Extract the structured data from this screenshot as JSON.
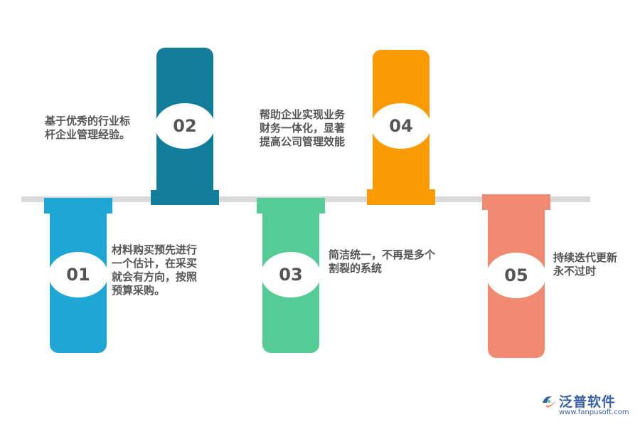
{
  "colors": {
    "step1": "#1EA7D4",
    "step2": "#137E9C",
    "step3": "#55CC96",
    "step4": "#FA9B06",
    "step5": "#F08A70",
    "axis": "#d9d9d9",
    "text": "#555555",
    "brand": "#3a63a8"
  },
  "steps": [
    {
      "number": "01",
      "text": "材料购买预先进行\n一个估计，在采买\n就会有方向，按照\n预算采购。"
    },
    {
      "number": "02",
      "text": "基于优秀的行业标\n杆企业管理经验。"
    },
    {
      "number": "03",
      "text": "简洁统一，不再是多个\n割裂的系统"
    },
    {
      "number": "04",
      "text": "帮助企业实现业务\n财务一体化，显著\n提高公司管理效能"
    },
    {
      "number": "05",
      "text": "持续迭代更新\n永不过时"
    }
  ],
  "logo": {
    "name": "泛普软件",
    "url": "www.fanpusoft.com",
    "icon": "fanpu-logo-icon"
  }
}
